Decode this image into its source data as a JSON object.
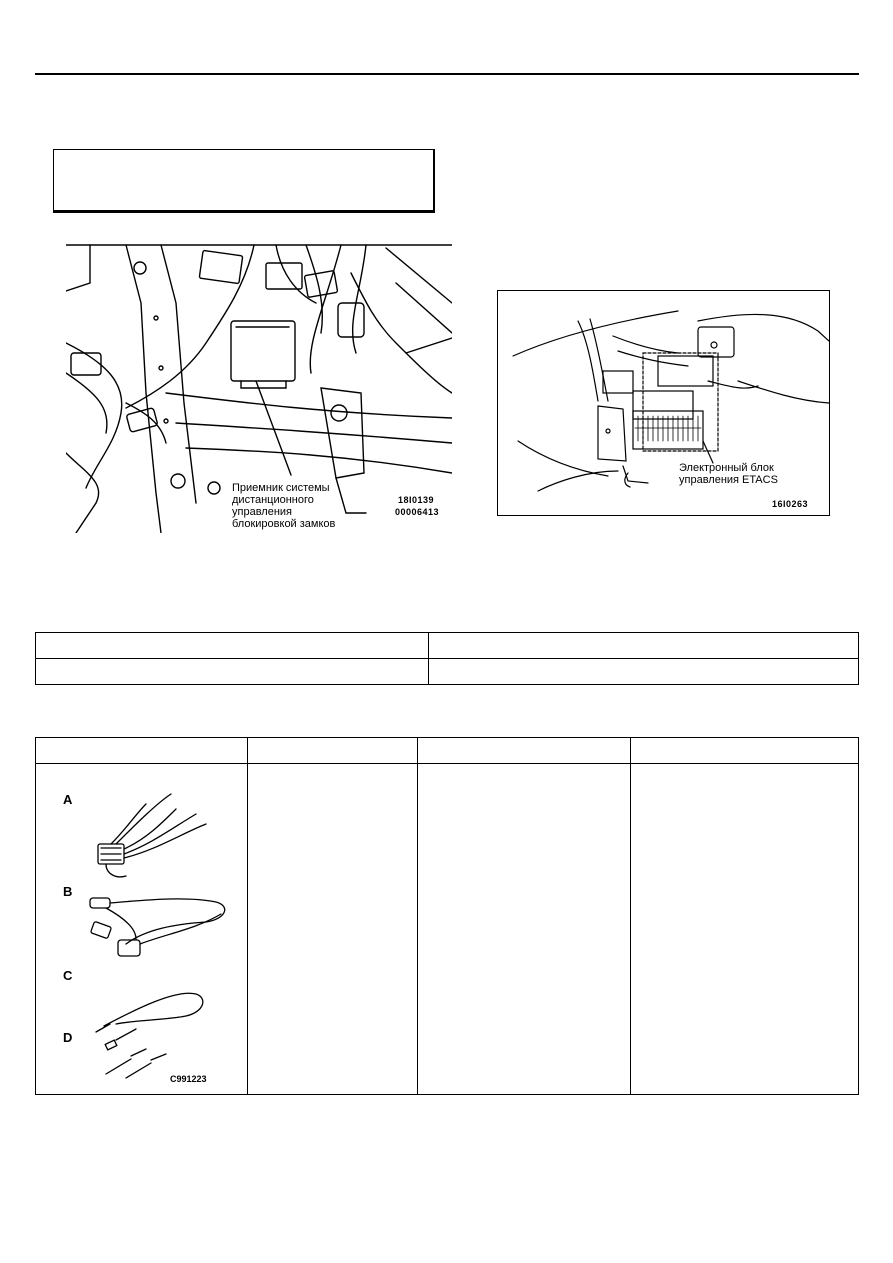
{
  "figure_left": {
    "caption": "Приемник системы\nдистанционного\nуправления\nблокировкой замков",
    "code1": "18I0139",
    "code2": "00006413"
  },
  "figure_right": {
    "caption": "Электронный блок\nуправления ETACS",
    "code": "16I0263"
  },
  "tools_figure": {
    "labels": [
      "A",
      "B",
      "C",
      "D"
    ],
    "code": "C991223"
  }
}
